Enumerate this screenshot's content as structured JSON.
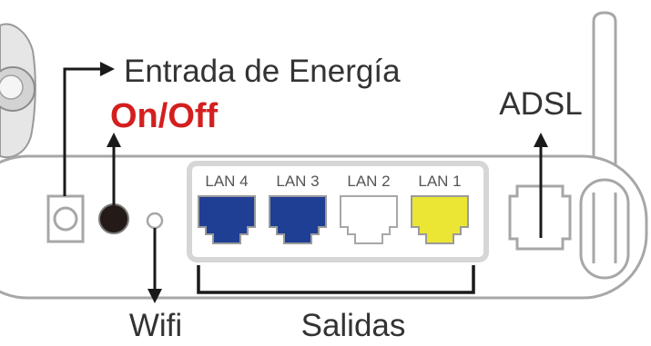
{
  "labels": {
    "power_input": "Entrada de Energía",
    "on_off": "On/Off",
    "adsl": "ADSL",
    "wifi": "Wifi",
    "outputs": "Salidas"
  },
  "ports": [
    {
      "label": "LAN 4",
      "color": "#1f3f95"
    },
    {
      "label": "LAN 3",
      "color": "#1f3f95"
    },
    {
      "label": "LAN 2",
      "color": "#ffffff"
    },
    {
      "label": "LAN 1",
      "color": "#ebe633"
    }
  ],
  "colors": {
    "on_off_text": "#d41f1f",
    "label_text": "#333333",
    "device_outline": "#a7a7a7"
  }
}
